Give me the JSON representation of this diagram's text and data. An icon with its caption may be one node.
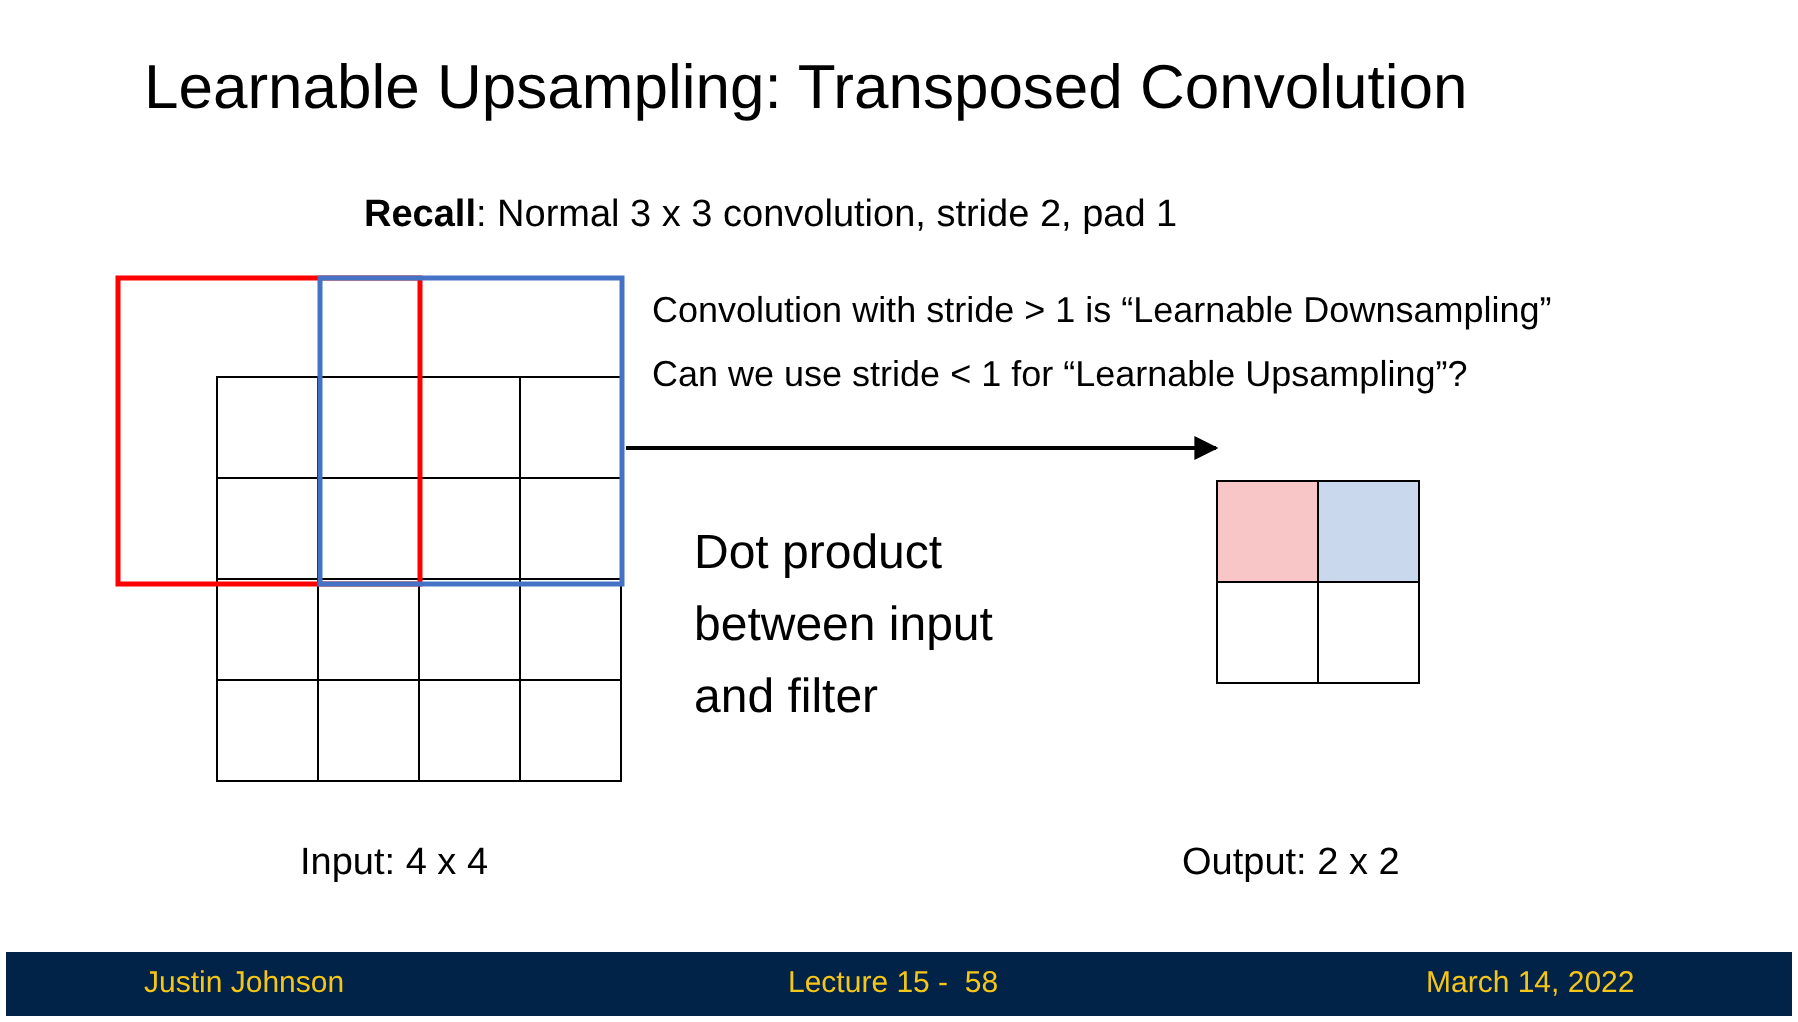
{
  "diagram": {
    "title": "Learnable Upsampling: Transposed Convolution",
    "nodes": [
      {
        "text": [],
        "shape": "grid"
      },
      {
        "text": [],
        "shape": "grid"
      }
    ],
    "edges": [
      {
        "from": 0,
        "to": 1,
        "arrow": "to",
        "label": "Dot product between input and filter"
      }
    ],
    "labels": [
      "**Recall**: Normal 3 x 3 convolution, stride 2, pad 1",
      "Convolution with stride > 1 is “Learnable Downsampling”",
      "Can we use stride < 1 for “Learnable Upsampling”?",
      "Input: 4 x 4",
      "Output: 2 x 2",
      "Justin Johnson",
      "Lecture 15 -  58",
      "March 14, 2022"
    ]
  }
}
